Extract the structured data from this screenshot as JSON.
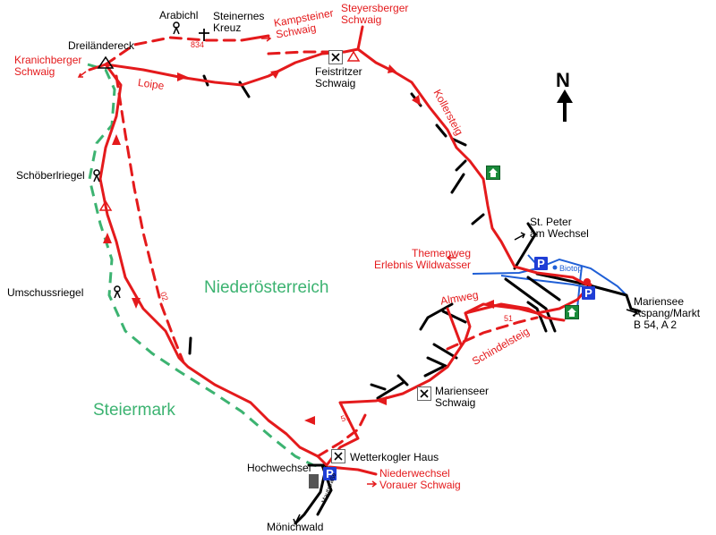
{
  "places": {
    "arabichl": "Arabichl",
    "steinernes_kreuz": "Steinernes\nKreuz",
    "dreilaendereck": "Dreiländereck",
    "feistritzer": "Feistritzer\nSchwaig",
    "schoeberlriegel": "Schöberlriegel",
    "umschussriegel": "Umschussriegel",
    "st_peter": "St. Peter\nam Wechsel",
    "mariensee": "Mariensee\nAspang/Markt\nB 54, A 2",
    "marienseer_schwaig": "Marienseer\nSchwaig",
    "wetterkogler": "Wetterkogler Haus",
    "hochwechsel": "Hochwechsel",
    "moenichwald": "Mönichwald",
    "biotop": "Biotop",
    "mautstrasse": "Mautstraße"
  },
  "routes": {
    "kampsteiner": "Kampsteiner\nSchwaig",
    "steyersberger": "Steyersberger\nSchwaig",
    "kranichberger": "Kranichberger\nSchwaig",
    "loipe": "Loipe",
    "kollersteig": "Kollersteig",
    "themenweg": "Themenweg\nErlebnis Wildwasser",
    "almweg": "Almweg",
    "schindelsteig": "Schindelsteig",
    "niederwechsel": "Niederwechsel\nVorauer Schwaig",
    "trail_834": "834",
    "trail_02": "02",
    "trail_51a": "51",
    "trail_51b": "51"
  },
  "regions": {
    "niederoesterreich": "Niederösterreich",
    "steiermark": "Steiermark"
  },
  "north": "N",
  "parking": "P",
  "colors": {
    "route": "#e41a1c",
    "border": "#3cb371",
    "water": "#1f5fd6",
    "road": "#000000"
  }
}
